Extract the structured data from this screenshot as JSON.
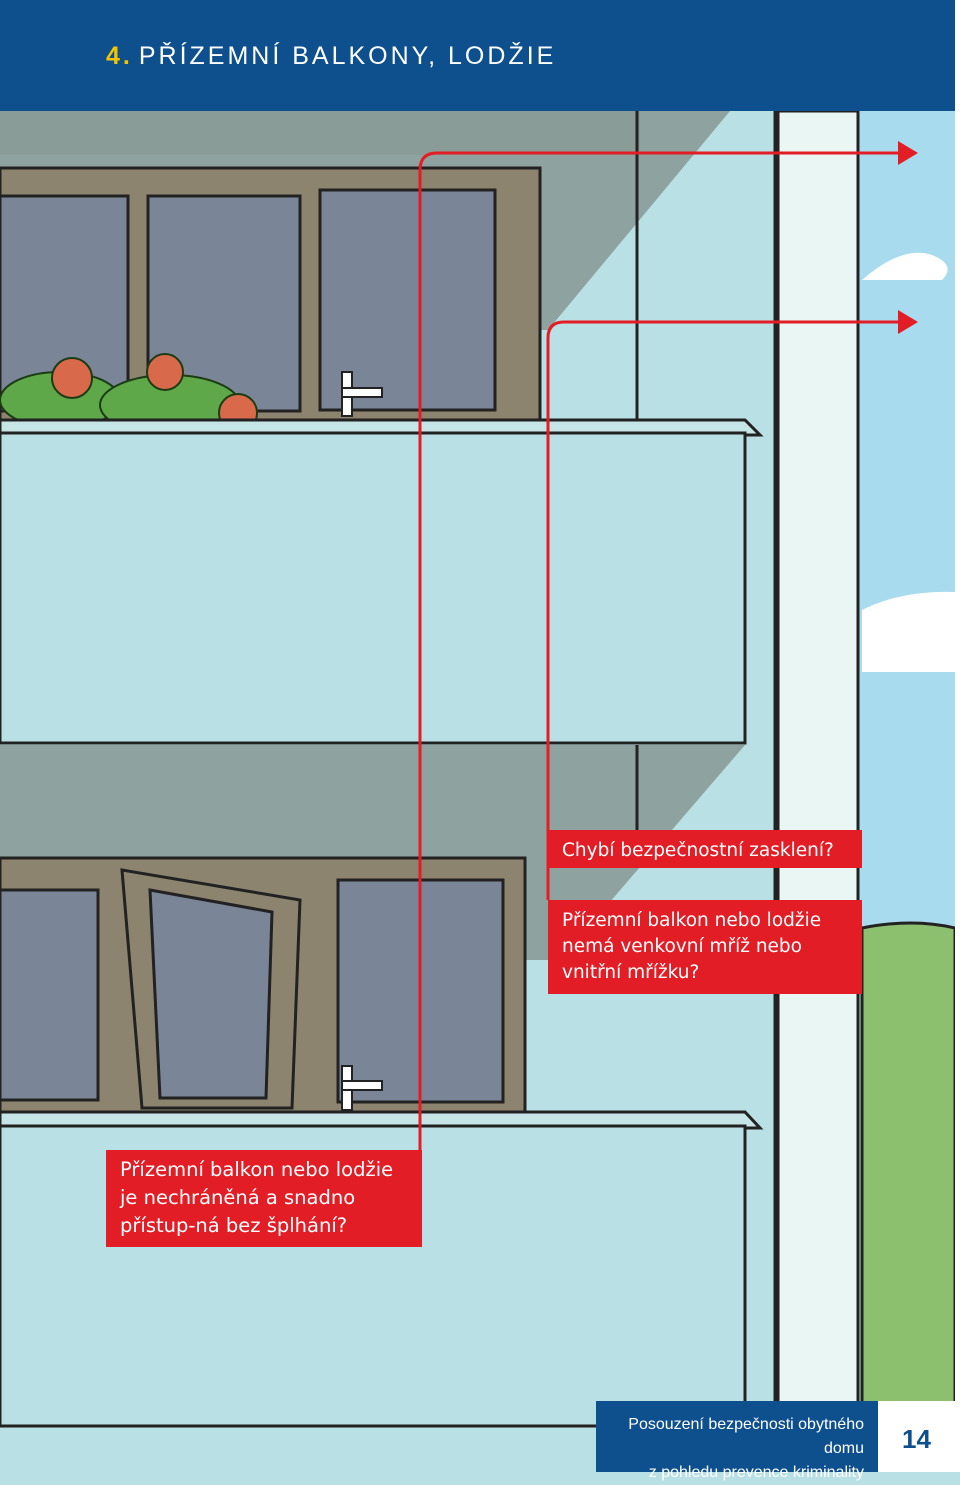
{
  "header": {
    "number": "4.",
    "title": "PŘÍZEMNÍ BALKONY, LODŽIE"
  },
  "callouts": {
    "glazing": "Chybí bezpečnostní zasklení?",
    "bars": "Přízemní balkon nebo lodžie nemá venkovní mříž nebo vnitřní mřížku?",
    "access": "Přízemní balkon nebo lodžie je nechráněná a snadno přístup-ná bez šplhání?"
  },
  "footer": {
    "line1": "Posouzení bezpečnosti obytného domu",
    "line2": "z pohledu prevence kriminality",
    "page": "14"
  },
  "colors": {
    "header_blue": "#0e4f8e",
    "accent_yellow": "#f5c400",
    "callout_red": "#e31d25",
    "facade": "#b9e0e4",
    "grass": "#8cc06e"
  }
}
